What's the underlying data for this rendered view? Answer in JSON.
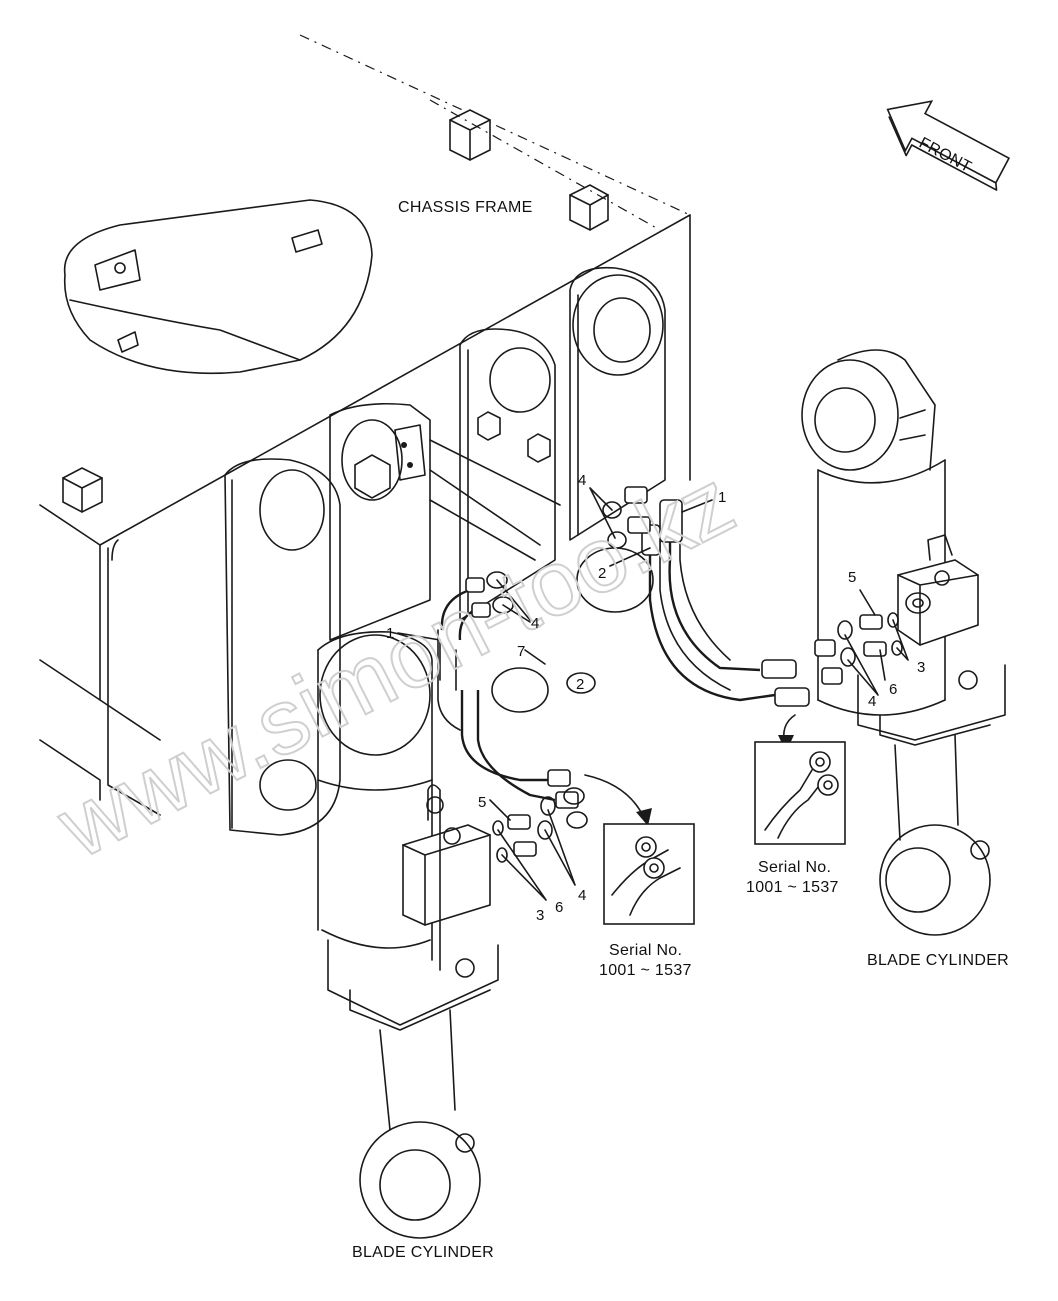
{
  "labels": {
    "chassis_frame": "CHASSIS FRAME",
    "front": "FRONT",
    "blade_cylinder_left": "BLADE CYLINDER",
    "blade_cylinder_right": "BLADE CYLINDER",
    "serial_left_line1": "Serial No.",
    "serial_left_line2": "1001 ~ 1537",
    "serial_right_line1": "Serial No.",
    "serial_right_line2": "1001 ~ 1537"
  },
  "callouts": {
    "c1_left": "1",
    "c1_right": "1",
    "c2_left": "2",
    "c2_right": "2",
    "c3_left": "3",
    "c3_right": "3",
    "c4_upper_left": "4",
    "c4_upper_right": "4",
    "c4_lower_left": "4",
    "c4_lower_right": "4",
    "c5_left": "5",
    "c5_right": "5",
    "c6_left": "6",
    "c6_right": "6",
    "c7": "7"
  },
  "watermark": "www.simon-too.kz"
}
